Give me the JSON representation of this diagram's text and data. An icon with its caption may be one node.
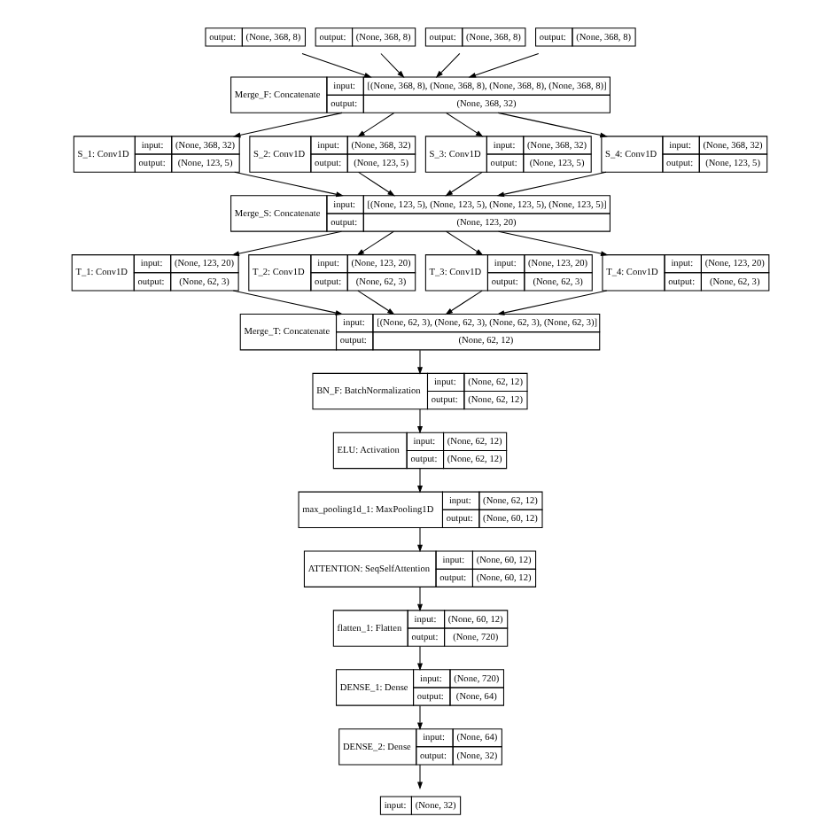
{
  "diagram": {
    "nodes": [
      {
        "text": [
          "output:",
          "(None, 368, 8)"
        ]
      },
      {
        "text": [
          "output:",
          "(None, 368, 8)"
        ]
      },
      {
        "text": [
          "output:",
          "(None, 368, 8)"
        ]
      },
      {
        "text": [
          "output:",
          "(None, 368, 8)"
        ]
      },
      {
        "text": [
          "Merge_F: Concatenate",
          "input:",
          "[(None, 368, 8), (None, 368, 8), (None, 368, 8), (None, 368, 8)]",
          "output:",
          "(None, 368, 32)"
        ]
      },
      {
        "text": [
          "S_1: Conv1D",
          "input:",
          "(None, 368, 32)",
          "output:",
          "(None, 123, 5)"
        ]
      },
      {
        "text": [
          "S_2: Conv1D",
          "input:",
          "(None, 368, 32)",
          "output:",
          "(None, 123, 5)"
        ]
      },
      {
        "text": [
          "S_3: Conv1D",
          "input:",
          "(None, 368, 32)",
          "output:",
          "(None, 123, 5)"
        ]
      },
      {
        "text": [
          "S_4: Conv1D",
          "input:",
          "(None, 368, 32)",
          "output:",
          "(None, 123, 5)"
        ]
      },
      {
        "text": [
          "Merge_S: Concatenate",
          "input:",
          "[(None, 123, 5), (None, 123, 5), (None, 123, 5), (None, 123, 5)]",
          "output:",
          "(None, 123, 20)"
        ]
      },
      {
        "text": [
          "T_1: Conv1D",
          "input:",
          "(None, 123, 20)",
          "output:",
          "(None, 62, 3)"
        ]
      },
      {
        "text": [
          "T_2: Conv1D",
          "input:",
          "(None, 123, 20)",
          "output:",
          "(None, 62, 3)"
        ]
      },
      {
        "text": [
          "T_3: Conv1D",
          "input:",
          "(None, 123, 20)",
          "output:",
          "(None, 62, 3)"
        ]
      },
      {
        "text": [
          "T_4: Conv1D",
          "input:",
          "(None, 123, 20)",
          "output:",
          "(None, 62, 3)"
        ]
      },
      {
        "text": [
          "Merge_T: Concatenate",
          "input:",
          "[(None, 62, 3), (None, 62, 3), (None, 62, 3), (None, 62, 3)]",
          "output:",
          "(None, 62, 12)"
        ]
      },
      {
        "text": [
          "BN_F: BatchNormalization",
          "input:",
          "(None, 62, 12)",
          "output:",
          "(None, 62, 12)"
        ]
      },
      {
        "text": [
          "ELU: Activation",
          "input:",
          "(None, 62, 12)",
          "output:",
          "(None, 62, 12)"
        ]
      },
      {
        "text": [
          "max_pooling1d_1: MaxPooling1D",
          "input:",
          "(None, 62, 12)",
          "output:",
          "(None, 60, 12)"
        ]
      },
      {
        "text": [
          "ATTENTION: SeqSelfAttention",
          "input:",
          "(None, 60, 12)",
          "output:",
          "(None, 60, 12)"
        ]
      },
      {
        "text": [
          "flatten_1: Flatten",
          "input:",
          "(None, 60, 12)",
          "output:",
          "(None, 720)"
        ]
      },
      {
        "text": [
          "DENSE_1: Dense",
          "input:",
          "(None, 720)",
          "output:",
          "(None, 64)"
        ]
      },
      {
        "text": [
          "DENSE_2: Dense",
          "input:",
          "(None, 64)",
          "output:",
          "(None, 32)"
        ]
      },
      {
        "text": [
          "input:",
          "(None, 32)"
        ]
      }
    ],
    "edges": [
      {
        "from": 0,
        "to": 4,
        "arrow": "to"
      },
      {
        "from": 1,
        "to": 4,
        "arrow": "to"
      },
      {
        "from": 2,
        "to": 4,
        "arrow": "to"
      },
      {
        "from": 3,
        "to": 4,
        "arrow": "to"
      },
      {
        "from": 4,
        "to": 5,
        "arrow": "to"
      },
      {
        "from": 4,
        "to": 6,
        "arrow": "to"
      },
      {
        "from": 4,
        "to": 7,
        "arrow": "to"
      },
      {
        "from": 4,
        "to": 8,
        "arrow": "to"
      },
      {
        "from": 5,
        "to": 9,
        "arrow": "to"
      },
      {
        "from": 6,
        "to": 9,
        "arrow": "to"
      },
      {
        "from": 7,
        "to": 9,
        "arrow": "to"
      },
      {
        "from": 8,
        "to": 9,
        "arrow": "to"
      },
      {
        "from": 9,
        "to": 10,
        "arrow": "to"
      },
      {
        "from": 9,
        "to": 11,
        "arrow": "to"
      },
      {
        "from": 9,
        "to": 12,
        "arrow": "to"
      },
      {
        "from": 9,
        "to": 13,
        "arrow": "to"
      },
      {
        "from": 10,
        "to": 14,
        "arrow": "to"
      },
      {
        "from": 11,
        "to": 14,
        "arrow": "to"
      },
      {
        "from": 12,
        "to": 14,
        "arrow": "to"
      },
      {
        "from": 13,
        "to": 14,
        "arrow": "to"
      },
      {
        "from": 14,
        "to": 15,
        "arrow": "to"
      },
      {
        "from": 15,
        "to": 16,
        "arrow": "to"
      },
      {
        "from": 16,
        "to": 17,
        "arrow": "to"
      },
      {
        "from": 17,
        "to": 18,
        "arrow": "to"
      },
      {
        "from": 18,
        "to": 19,
        "arrow": "to"
      },
      {
        "from": 19,
        "to": 20,
        "arrow": "to"
      },
      {
        "from": 20,
        "to": 21,
        "arrow": "to"
      },
      {
        "from": 21,
        "to": 22,
        "arrow": "to"
      }
    ]
  }
}
